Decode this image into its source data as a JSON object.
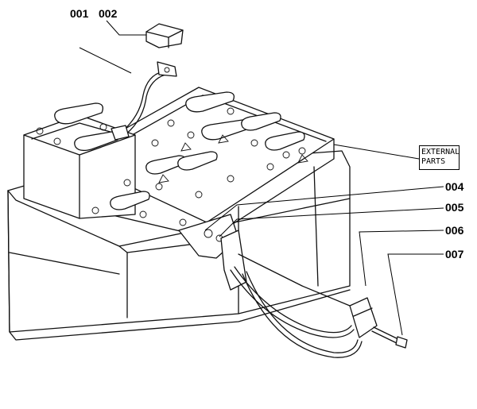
{
  "callouts": {
    "c001": "001",
    "c002": "002",
    "c004": "004",
    "c005": "005",
    "c006": "006",
    "c007": "007"
  },
  "external_parts": {
    "line1": "EXTERNAL",
    "line2": "PARTS"
  }
}
